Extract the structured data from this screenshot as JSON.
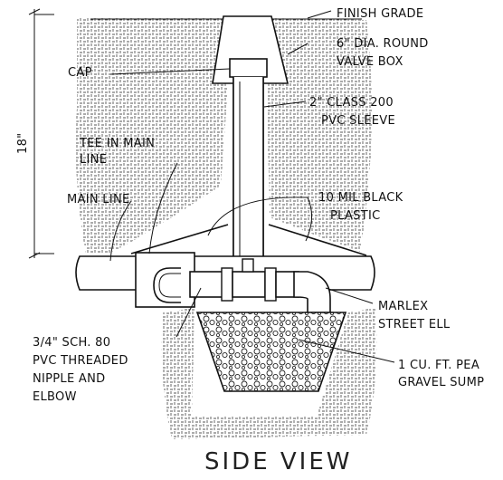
{
  "labels": {
    "finish_grade": "FINISH GRADE",
    "valve_box_1": "6\" DIA. ROUND",
    "valve_box_2": "VALVE BOX",
    "cap": "CAP",
    "sleeve_1": "2\" CLASS 200",
    "sleeve_2": "PVC SLEEVE",
    "dimension": "18\"",
    "tee_1": "TEE IN MAIN",
    "tee_2": "LINE",
    "main_line": "MAIN LINE",
    "plastic_1": "10 MIL BLACK",
    "plastic_2": "PLASTIC",
    "marlex_1": "MARLEX",
    "marlex_2": "STREET ELL",
    "nipple_1": "3/4\" SCH. 80",
    "nipple_2": "PVC THREADED",
    "nipple_3": "NIPPLE AND",
    "nipple_4": "ELBOW",
    "gravel_1": "1 CU. FT. PEA",
    "gravel_2": "GRAVEL SUMP"
  },
  "title": "SIDE VIEW"
}
